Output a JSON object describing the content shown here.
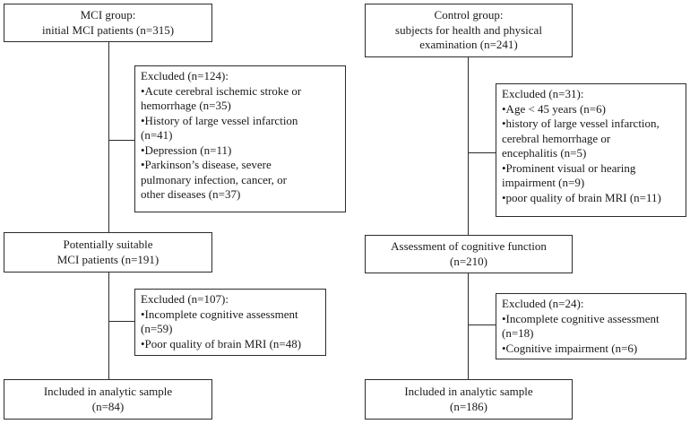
{
  "mci": {
    "start": {
      "lines": [
        "MCI group:",
        "initial MCI patients (n=315)"
      ]
    },
    "excluded1": {
      "title": "Excluded (n=124):",
      "items": [
        [
          "•Acute cerebral ischemic stroke or",
          "hemorrhage (n=35)"
        ],
        [
          "•History of large vessel infarction",
          "(n=41)"
        ],
        [
          "•Depression (n=11)"
        ],
        [
          "•Parkinson’s disease, severe",
          "pulmonary infection, cancer, or",
          "other diseases (n=37)"
        ]
      ]
    },
    "middle": {
      "lines": [
        "Potentially suitable",
        "MCI patients (n=191)"
      ]
    },
    "excluded2": {
      "title": "Excluded (n=107):",
      "items": [
        [
          "•Incomplete cognitive assessment",
          "(n=59)"
        ],
        [
          "•Poor quality of brain MRI (n=48)"
        ]
      ]
    },
    "final": {
      "lines": [
        "Included in analytic sample",
        "(n=84)"
      ]
    }
  },
  "control": {
    "start": {
      "lines": [
        "Control group:",
        "subjects for health and physical",
        "examination (n=241)"
      ]
    },
    "excluded1": {
      "title": "Excluded (n=31):",
      "items": [
        [
          "•Age < 45 years (n=6)"
        ],
        [
          "•history of large vessel infarction,",
          "cerebral hemorrhage or",
          "encephalitis (n=5)"
        ],
        [
          "•Prominent visual or hearing",
          "impairment (n=9)"
        ],
        [
          "•poor quality of brain MRI (n=11)"
        ]
      ]
    },
    "middle": {
      "lines": [
        "Assessment of cognitive function",
        "(n=210)"
      ]
    },
    "excluded2": {
      "title": "Excluded (n=24):",
      "items": [
        [
          "•Incomplete cognitive assessment",
          "(n=18)"
        ],
        [
          "•Cognitive impairment (n=6)"
        ]
      ]
    },
    "final": {
      "lines": [
        "Included in analytic sample",
        "(n=186)"
      ]
    }
  }
}
